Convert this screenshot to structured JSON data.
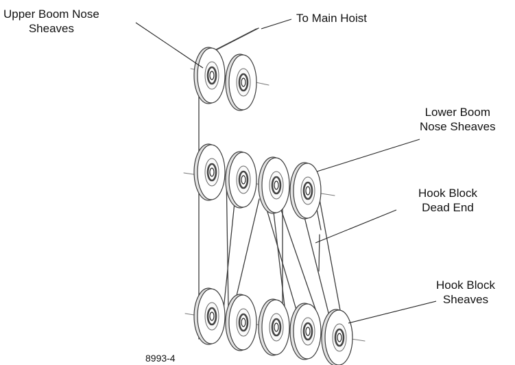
{
  "labels": {
    "upper_boom_nose_sheaves": [
      "Upper Boom Nose",
      "Sheaves"
    ],
    "to_main_hoist": "To Main Hoist",
    "lower_boom_nose_sheaves": [
      "Lower Boom",
      "Nose Sheaves"
    ],
    "hook_block_dead_end": [
      "Hook Block",
      "Dead End"
    ],
    "hook_block_sheaves": [
      "Hook Block",
      "Sheaves"
    ]
  },
  "figure_number": "8993-4",
  "colors": {
    "line": "#3a3a3a",
    "sheave_fill": "#ffffff",
    "sheave_shadow": "#e2e2e2",
    "bearing": "#444444",
    "text": "#111111"
  }
}
